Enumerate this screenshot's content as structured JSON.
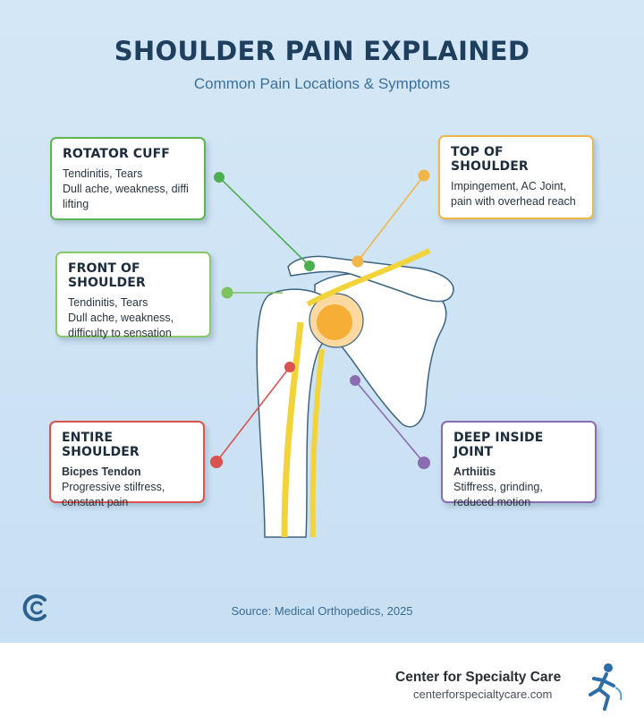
{
  "header": {
    "title": "SHOULDER PAIN EXPLAINED",
    "subtitle": "Common Pain Locations & Symptoms"
  },
  "cards": {
    "rotator_cuff": {
      "title": "ROTATOR CUFF",
      "line1": "Tendinitis, Tears",
      "line2": "Dull ache, weakness, diffi lifting",
      "color": "#5db552"
    },
    "front_of_shoulder": {
      "title": "FRONT OF SHOULDER",
      "line1": "Tendinitis, Tears",
      "line2": "Dull ache, weakness, difficulty to sensation",
      "color": "#8bc86a"
    },
    "top_of_shoulder": {
      "title": "TOP OF SHOULDER",
      "line1": "Impingement, AC Joint, pain with overhead reach",
      "line2": "",
      "color": "#f0b64a"
    },
    "entire_shoulder": {
      "title": "ENTIRE SHOULDER",
      "line1": "Bicpes Tendon",
      "line2": "Progressive stilfress, constant pain",
      "color": "#d9534f"
    },
    "deep_inside_joint": {
      "title": "DEEP INSIDE JOINT",
      "line1": "Arthiitis",
      "line2": "Stiffress, grinding, reduced motion",
      "color": "#8a6db0"
    }
  },
  "source": "Source: Medical Orthopedics, 2025",
  "footer": {
    "org_name": "Center for Specialty Care",
    "url": "centerforspecialtycare.com"
  },
  "icons": {
    "left_logo": "c-logo-icon",
    "footer_logo": "runner-logo-icon"
  }
}
